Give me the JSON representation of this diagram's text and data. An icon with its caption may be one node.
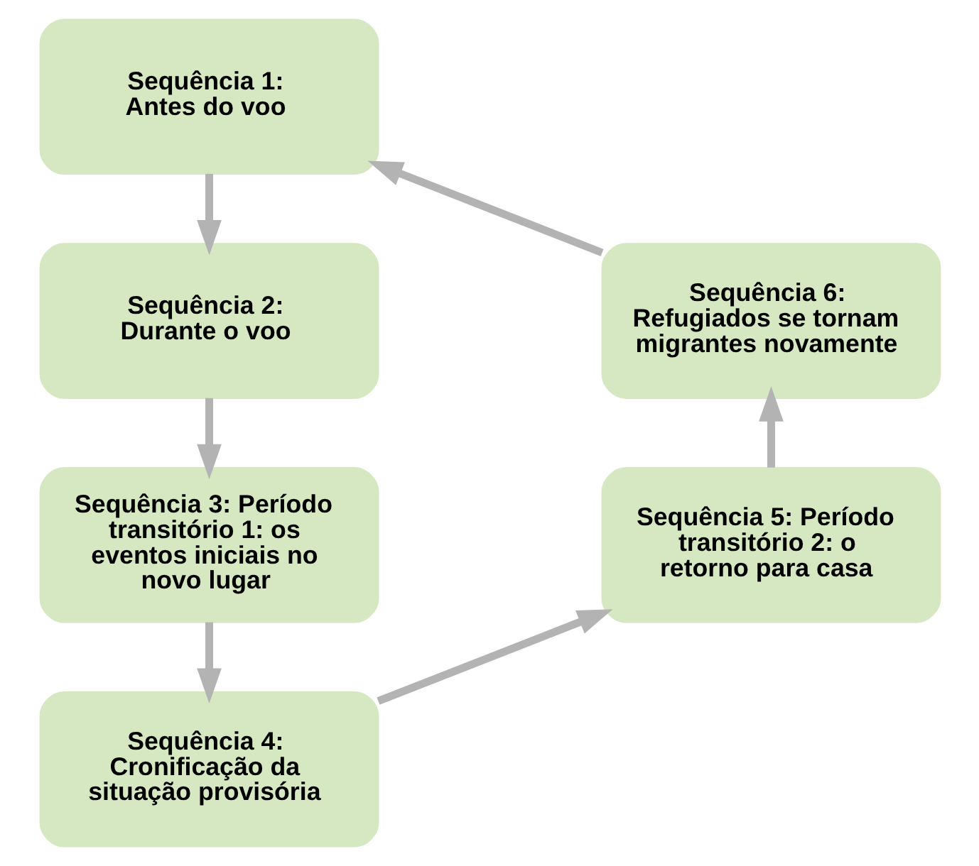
{
  "diagram": {
    "nodes": [
      {
        "text": [
          "Sequência 1: Antes do voo"
        ]
      },
      {
        "text": [
          "Sequência 2: Durante o voo"
        ]
      },
      {
        "text": [
          "Sequência 3: Período transitório 1: os eventos iniciais no novo lugar"
        ]
      },
      {
        "text": [
          "Sequência 4: Cronificação da situação provisória"
        ]
      },
      {
        "text": [
          "Sequência 5: Período transitório 2: o retorno para casa"
        ]
      },
      {
        "text": [
          "Sequência 6: Refugiados se tornam migrantes novamente"
        ]
      }
    ],
    "edges": [
      {
        "from": 0,
        "to": 1,
        "arrow": "to"
      },
      {
        "from": 1,
        "to": 2,
        "arrow": "to"
      },
      {
        "from": 2,
        "to": 3,
        "arrow": "to"
      },
      {
        "from": 3,
        "to": 4,
        "arrow": "to"
      },
      {
        "from": 4,
        "to": 5,
        "arrow": "to"
      },
      {
        "from": 5,
        "to": 0,
        "arrow": "to"
      }
    ]
  }
}
